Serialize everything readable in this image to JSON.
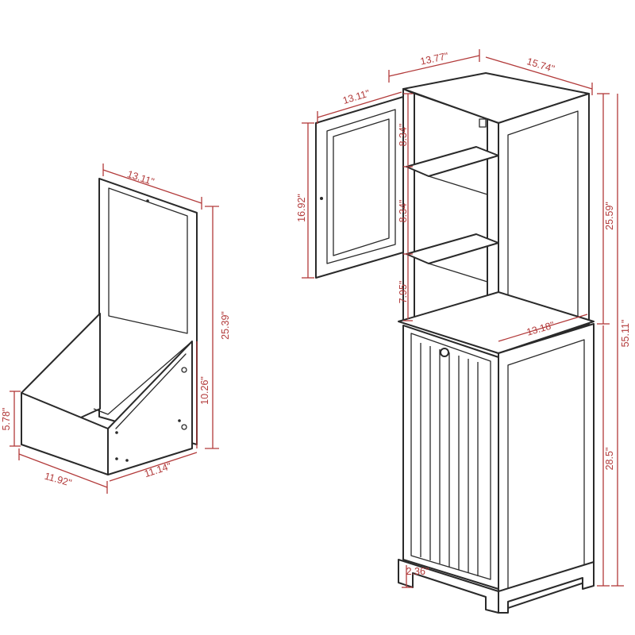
{
  "colors": {
    "line": "#2a2a2a",
    "dimension": "#b23a3a",
    "background": "#ffffff"
  },
  "hamper_dimensions": {
    "frame_width": "13.11\"",
    "frame_height": "25.39\"",
    "side_height": "10.26\"",
    "front_height": "5.78\"",
    "front_width": "11.92\"",
    "depth": "11.14\""
  },
  "cabinet_dimensions": {
    "top_width": "13.77\"",
    "top_depth": "15.74\"",
    "door_width": "13.11\"",
    "door_height": "16.92\"",
    "shelf_gap_top": "8.34\"",
    "shelf_gap_middle": "8.34\"",
    "shelf_gap_bottom": "7.95\"",
    "upper_height": "25.59\"",
    "inner_width": "13.18\"",
    "total_height": "55.11\"",
    "lower_height": "28.5\"",
    "leg_height": "2.36\""
  }
}
